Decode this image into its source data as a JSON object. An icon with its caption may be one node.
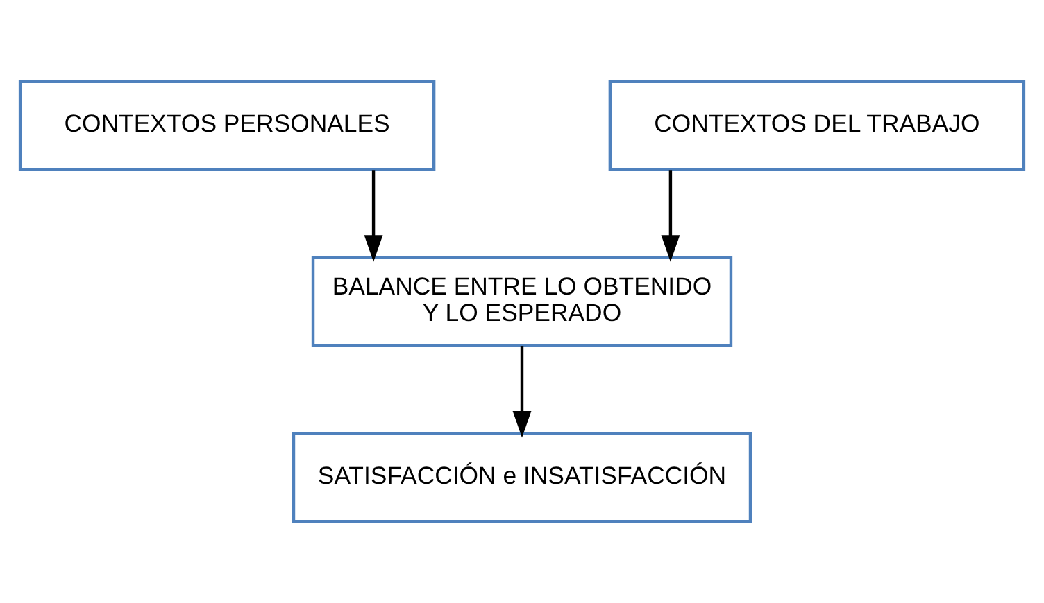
{
  "diagram": {
    "nodes": [
      {
        "text": [
          "CONTEXTOS PERSONALES"
        ]
      },
      {
        "text": [
          "CONTEXTOS DEL TRABAJO"
        ]
      },
      {
        "text": [
          "BALANCE ENTRE LO OBTENIDO Y LO ESPERADO"
        ]
      },
      {
        "text": [
          "SATISFACCIÓN e INSATISFACCIÓN"
        ]
      }
    ],
    "edges": [
      {
        "from": 0,
        "to": 2,
        "arrow": "to"
      },
      {
        "from": 1,
        "to": 2,
        "arrow": "to"
      },
      {
        "from": 2,
        "to": 3,
        "arrow": "to"
      }
    ]
  }
}
